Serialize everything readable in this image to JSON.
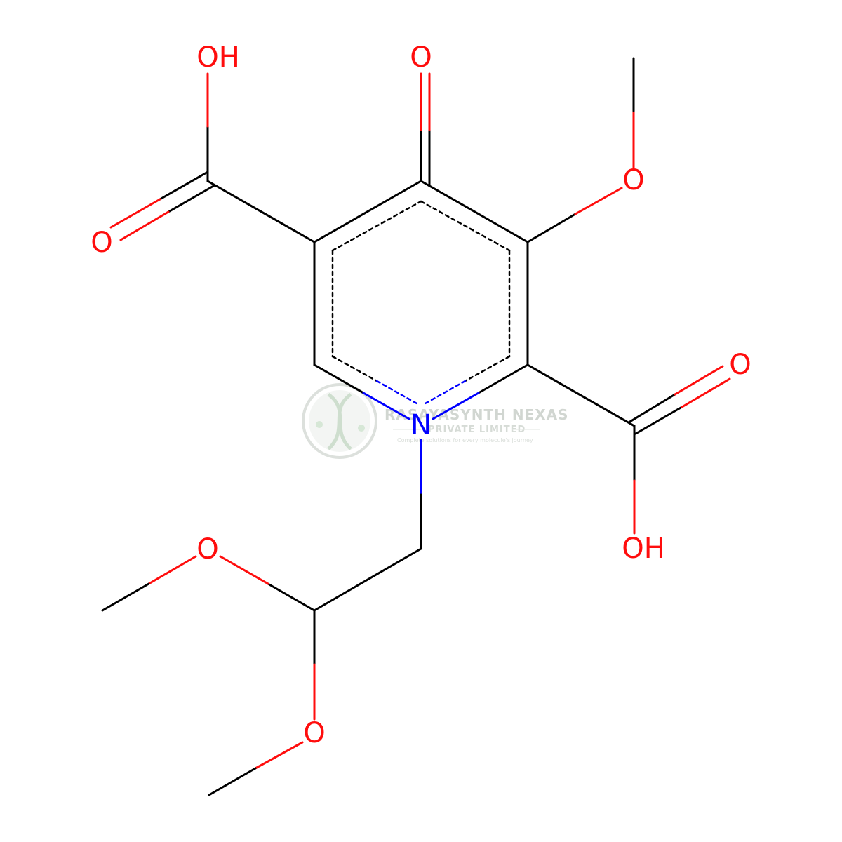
{
  "molecule": {
    "atoms": {
      "o_oh_top": "OH",
      "o_ketone": "O",
      "o_methoxy": "O",
      "o_acid_left": "O",
      "n_ring": "N",
      "o_acid_right": "O",
      "o_oh_right": "OH",
      "o_acetal_upper": "O",
      "o_acetal_lower": "O"
    }
  },
  "watermark": {
    "company": "RASAYASYNTH NEXAS",
    "company_line2": "PRIVATE LIMITED",
    "tagline": "Complete solutions for every molecule's journey"
  },
  "colors": {
    "oxygen": "#ff0d0d",
    "nitrogen": "#0000ff",
    "carbon_bond": "#000000",
    "watermark": "#c9cfc9"
  }
}
